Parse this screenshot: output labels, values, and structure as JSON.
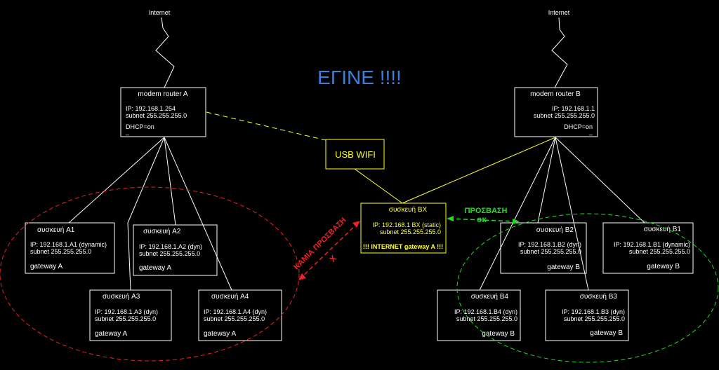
{
  "internet": {
    "left": "Internet",
    "right": "Internet"
  },
  "title": "ΕΓΙΝΕ !!!!",
  "routerA": {
    "name": "modem router A",
    "ip": "IP: 192.168.1.254",
    "subnet": "subnet 255.255.255.0",
    "dhcp": "DHCP=on",
    "extra": "_"
  },
  "routerB": {
    "name": "modem router B",
    "ip": "IP: 192.168.1.1",
    "subnet": "subnet 255.255.255.0",
    "dhcp": "DHCP=on",
    "extra": "_"
  },
  "usbWifi": "USB WIFI",
  "deviceBX": {
    "name": "συσκευή  BX",
    "ip": "IP: 192.168.1 BX (static)",
    "subnet": "subnet 255.255.255.0",
    "note": "!!! INTERNET gateway A !!!"
  },
  "devices": {
    "A1": {
      "name": "συσκευή  A1",
      "ip": "IP: 192.168.1.A1 (dynamic)",
      "subnet": "subnet 255.255.255.0",
      "gw": "gateway A"
    },
    "A2": {
      "name": "συσκευή  A2",
      "ip": "IP: 192.168.1.A2 (dyn)",
      "subnet": "subnet 255.255.255.0",
      "gw": "gateway A"
    },
    "A3": {
      "name": "συσκευή  A3",
      "ip": "IP: 192.168.1.A3 (dyn)",
      "subnet": "subnet 255.255.255.0",
      "gw": "gateway A"
    },
    "A4": {
      "name": "συσκευή  A4",
      "ip": "IP: 192.168.1.A4 (dyn)",
      "subnet": "subnet 255.255.255.0",
      "gw": "gateway A"
    },
    "B1": {
      "name": "συσκευή  B1",
      "ip": "IP: 192.168.1.B1 (dynamic)",
      "subnet": "subnet 255.255.255.0",
      "gw": "gateway B"
    },
    "B2": {
      "name": "συσκευή  B2",
      "ip": "IP: 192.168.1.B2 (dyn)",
      "subnet": "subnet 255.255.255.0",
      "gw": "gateway B"
    },
    "B3": {
      "name": "συσκευή  B3",
      "ip": "IP: 192.168.1.B3 (dyn)",
      "subnet": "subnet 255.255.255.0",
      "gw": "gateway B"
    },
    "B4": {
      "name": "συσκευή  B4",
      "ip": "IP: 192.168.1.B4 (dyn)",
      "subnet": "subnet 255.255.255.0",
      "gw": "gateway B"
    }
  },
  "access": {
    "green_label": "ΠΡΟΣΒΑΣΗ",
    "green_ok": "οκ",
    "red_label": "ΚΑΜΙΑ ΠΡΟΣΒΑΣΗ",
    "red_x": "X"
  },
  "colors": {
    "background": "#000000",
    "lines": "#ffffff",
    "title": "#3a7fe0",
    "yellow": "#ffff33",
    "green": "#22dd22",
    "red": "#ee2222"
  }
}
